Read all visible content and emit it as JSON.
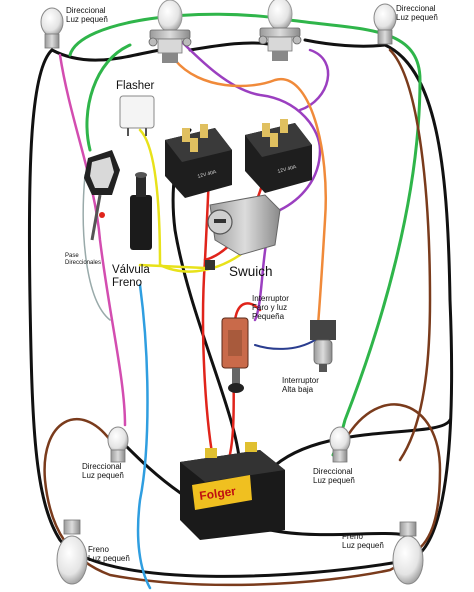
{
  "labels": {
    "dir_top_left": "Direccional\nLuz pequeñ",
    "dir_top_right": "Direccional\nLuz pequeñ",
    "flasher": "Flasher",
    "pase": "Pase\nDireccionales",
    "valvula": "Válvula\nFreno",
    "swuich": "Swuich",
    "interruptor_faro": "Interruptor\nFaro y luz\nPequeña",
    "interruptor_alta": "Interruptor\nAlta baja",
    "dir_mid_left": "Direccional\nLuz pequeñ",
    "dir_mid_right": "Direccional\nLuz pequeñ",
    "freno_left": "Freno\nLuz pequeñ",
    "freno_right": "Freno\nLuz pequeñ",
    "battery_brand": "Folger",
    "relay_text": "12V 40A"
  },
  "colors": {
    "black": "#111111",
    "green": "#2fb54a",
    "brown": "#7a3b1c",
    "red": "#e0241b",
    "yellow": "#e8e21a",
    "purple": "#9b3fc0",
    "orange": "#f08a3a",
    "blue": "#2f9ee0",
    "magenta": "#d34db0",
    "darkblue": "#2a3d8f"
  }
}
